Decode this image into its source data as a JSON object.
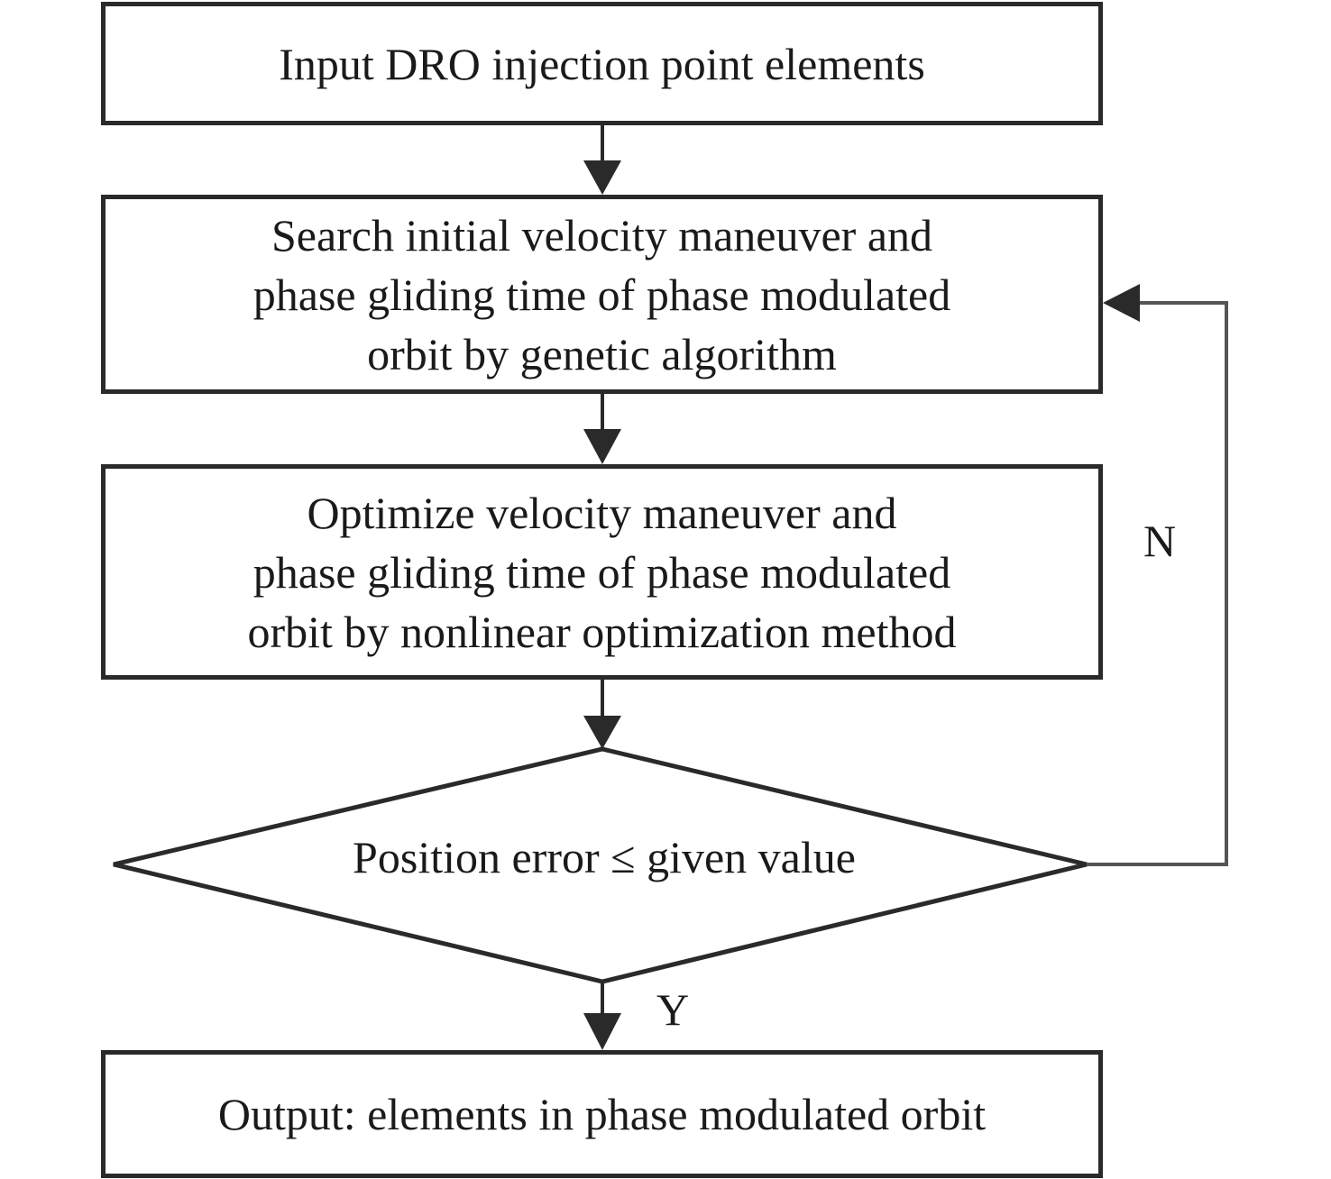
{
  "flowchart": {
    "step_input": [
      "Input DRO injection point elements"
    ],
    "step_search": [
      "Search initial velocity maneuver and",
      "phase gliding time of phase modulated",
      "orbit by genetic algorithm"
    ],
    "step_optimize": [
      "Optimize velocity maneuver and",
      "phase gliding time of phase modulated",
      "orbit by nonlinear optimization method"
    ],
    "decision": "Position error ≤ given value",
    "branch_no": "N",
    "branch_yes": "Y",
    "step_output": [
      "Output: elements in phase modulated orbit"
    ]
  },
  "colors": {
    "stroke": "#2a2a2a",
    "background": "#ffffff"
  }
}
